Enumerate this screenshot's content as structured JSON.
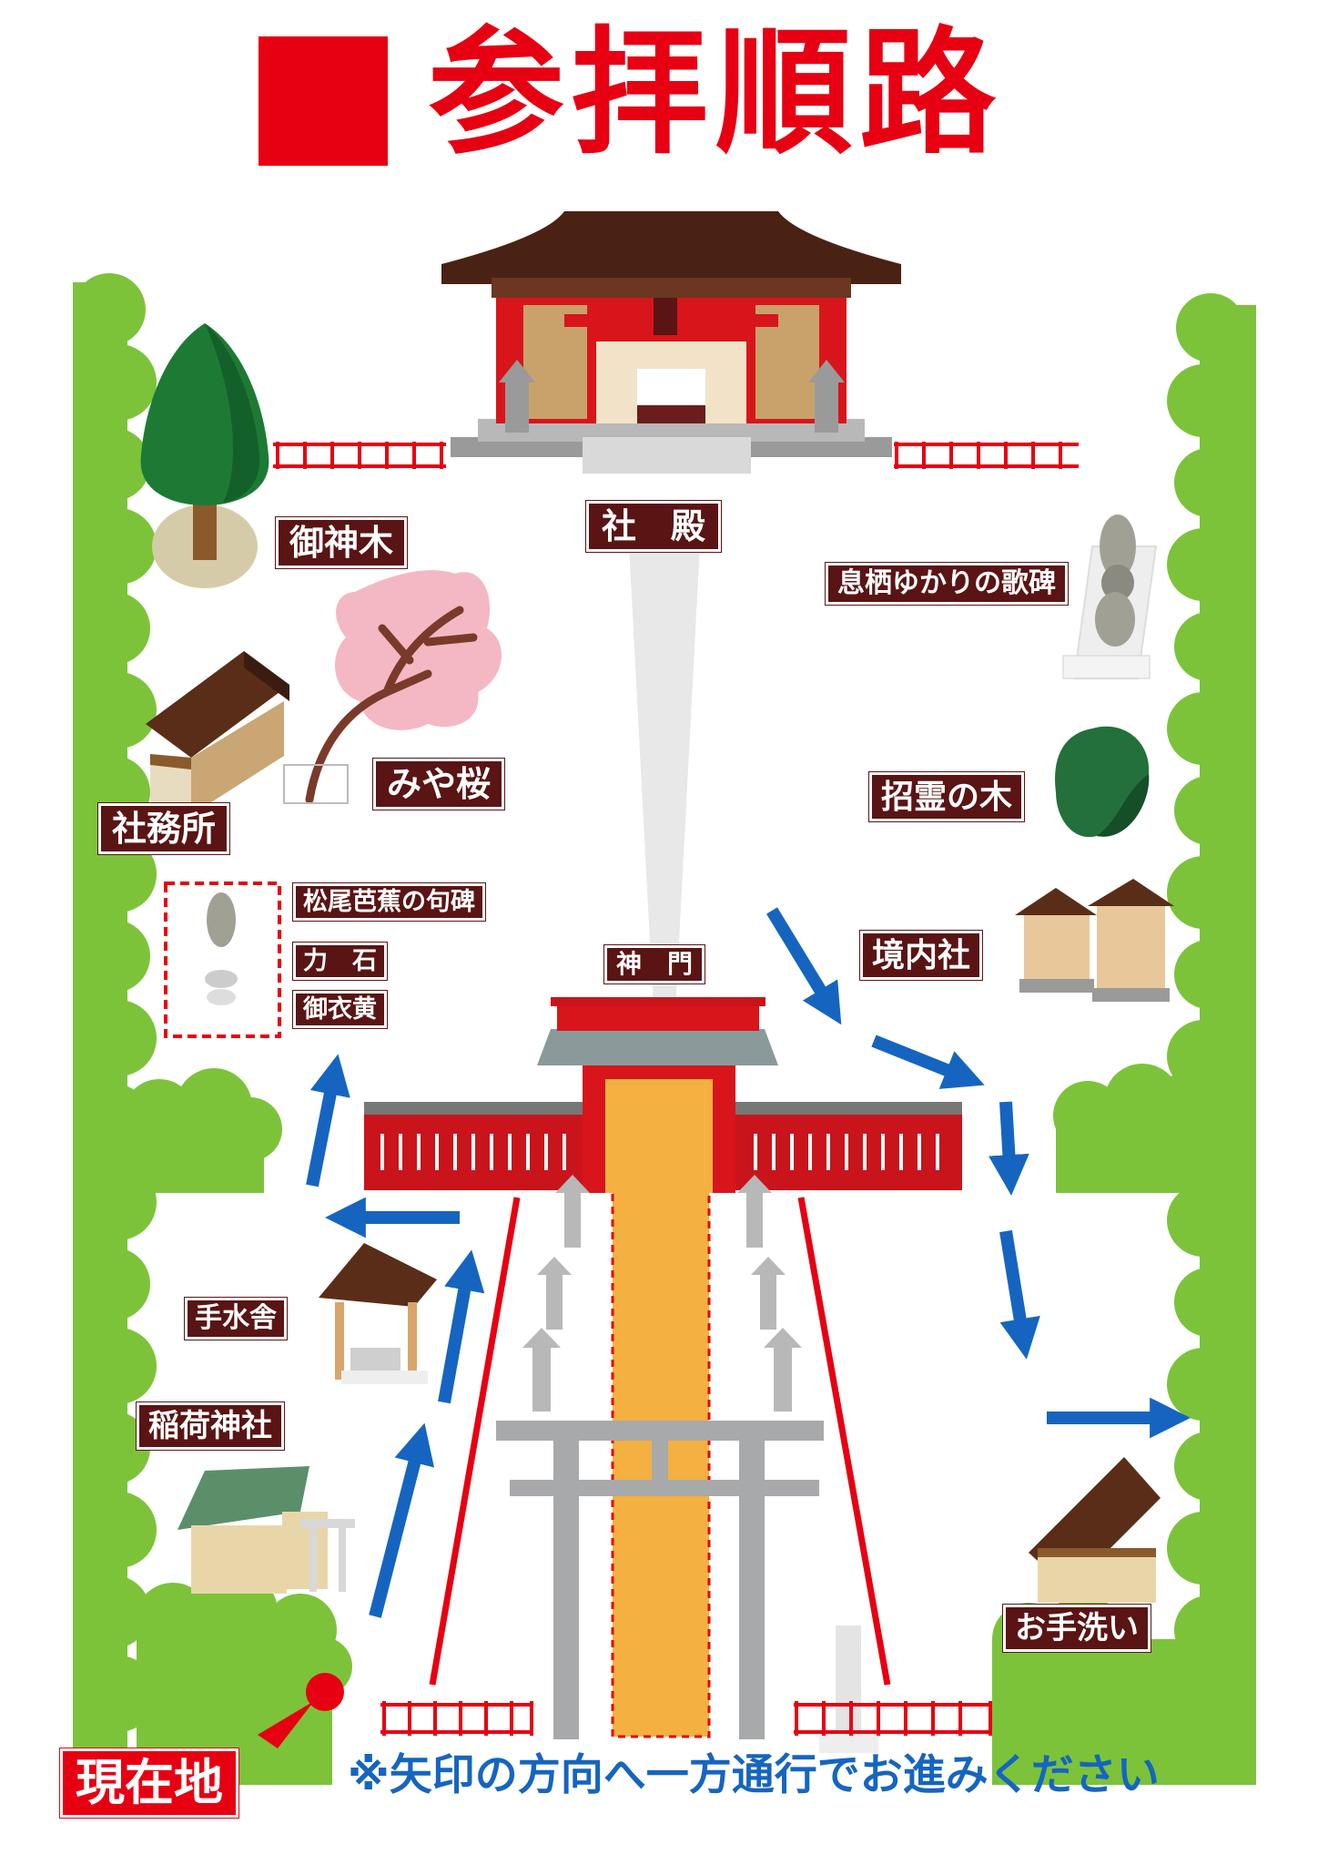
{
  "title": "参拝順路",
  "colors": {
    "accent": "#e60012",
    "arrow": "#1565c0",
    "label_bg": "#5a1414",
    "hedge": "#7cc33a",
    "approach": "#f4b041"
  },
  "labels": {
    "main_shrine": "社　殿",
    "sacred_tree": "御神木",
    "poem_monument": "息栖ゆかりの歌碑",
    "shrine_office": "社務所",
    "miya_sakura": "みや桜",
    "shoryo_tree": "招霊の木",
    "basho_monument": "松尾芭蕉の句碑",
    "strength_stone": "力　石",
    "okinu_ki": "御衣黄",
    "shinmon": "神　門",
    "keidaisha": "境内社",
    "chozusha": "手水舎",
    "inari_shrine": "稲荷神社",
    "restroom": "お手洗い"
  },
  "current_location": "現在地",
  "notice": "※矢印の方向へ一方通行でお進みください",
  "icons": [
    "shrine-hall-icon",
    "cedar-tree-icon",
    "cherry-tree-icon",
    "office-building-icon",
    "round-bush-icon",
    "small-shrine-icon",
    "monument-stone-icon",
    "torii-gate-icon",
    "stone-lantern-icon",
    "water-pavilion-icon",
    "inari-shrine-icon",
    "restroom-hut-icon",
    "direction-arrow-icon",
    "current-location-pin-icon"
  ]
}
